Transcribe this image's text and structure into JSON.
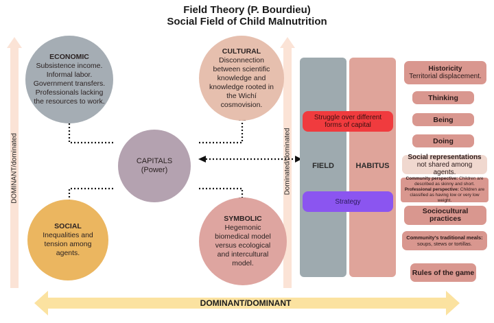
{
  "title": {
    "line1": "Field Theory (P. Bourdieu)",
    "line2": "Social Field of Child Malnutrition"
  },
  "capitals": {
    "center": {
      "head": "CAPITALS",
      "sub": "(Power)"
    },
    "economic": {
      "head": "ECONOMIC",
      "text": "Subsistence income. Informal labor. Government transfers. Professionals lacking the resources to work."
    },
    "cultural": {
      "head": "CULTURAL",
      "text": "Disconnection between scientific knowledge and knowledge rooted in the Wichí cosmovision."
    },
    "social": {
      "head": "SOCIAL",
      "text": "Inequalities and tension among agents."
    },
    "symbolic": {
      "head": "SYMBOLIC",
      "text": "Hegemonic biomedical model versus ecological and intercultural model."
    }
  },
  "axes": {
    "left_vertical": "DOMINANT/dominated",
    "middle_vertical": "Dominated/dominated",
    "bottom_horizontal": "DOMINANT/DOMINANT"
  },
  "columns": {
    "field": "FIELD",
    "habitus": "HABITUS",
    "struggle": "Struggle over different forms of capital",
    "strategy": "Strategy"
  },
  "right_boxes": {
    "historicity": {
      "head": "Historicity",
      "text": "Territorial displacement."
    },
    "thinking": "Thinking",
    "being": "Being",
    "doing": "Doing",
    "social_rep": {
      "bold": "Social representations",
      "rest": " not shared among agents."
    },
    "perspectives": {
      "community_label": "Community perspective:",
      "community_text": " Children are described as skinny and short.",
      "professional_label": "Professional perspective:",
      "professional_text": " Children are classified as having low or very low weight."
    },
    "sociocultural": "Sociocultural practices",
    "meals": {
      "bold": "Community's traditional meals:",
      "rest": " soups, stews or tortillas."
    },
    "rules": "Rules of the game"
  },
  "colors": {
    "economic": "#a5adb4",
    "cultural": "#e6bfae",
    "capitals": "#b4a2b0",
    "social": "#ebb660",
    "symbolic": "#dea5a0",
    "field": "#9eaaaf",
    "habitus": "#dfa49a",
    "struggle": "#f03b3e",
    "strategy": "#8b55f0",
    "axis_arrow": "#fbe3d6",
    "bottom_arrow": "#fbe2a0"
  }
}
